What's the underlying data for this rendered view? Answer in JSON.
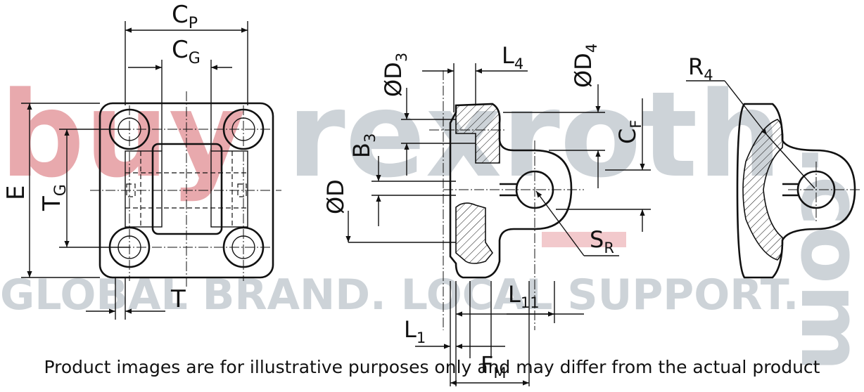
{
  "watermark": {
    "brand_text": "buyrexroth",
    "brand_suffix": ".com",
    "tagline": "GLOBAL BRAND. LOCAL SUPPORT.",
    "colors": {
      "buy": "#e8a9ad",
      "rexroth": "#cdd3d8",
      "tagline": "#cdd3d8"
    }
  },
  "dimensions": {
    "cp": {
      "main": "C",
      "sub": "P"
    },
    "cg": {
      "main": "C",
      "sub": "G"
    },
    "e": {
      "main": "E",
      "sub": ""
    },
    "tg": {
      "main": "T",
      "sub": "G"
    },
    "t": {
      "main": "T",
      "sub": ""
    },
    "d3": {
      "main": "ØD",
      "sub": "3"
    },
    "l4": {
      "main": "L",
      "sub": "4"
    },
    "d4": {
      "main": "ØD",
      "sub": "4"
    },
    "b3": {
      "main": "B",
      "sub": "3"
    },
    "cf": {
      "main": "C",
      "sub": "F"
    },
    "d": {
      "main": "ØD",
      "sub": ""
    },
    "sr": {
      "main": "S",
      "sub": "R"
    },
    "l11": {
      "main": "L",
      "sub": "11"
    },
    "l1": {
      "main": "L",
      "sub": "1"
    },
    "fm": {
      "main": "F",
      "sub": "M"
    },
    "r4": {
      "main": "R",
      "sub": "4"
    }
  },
  "caption": "Product images are for illustrative purposes only and may differ from the actual product"
}
